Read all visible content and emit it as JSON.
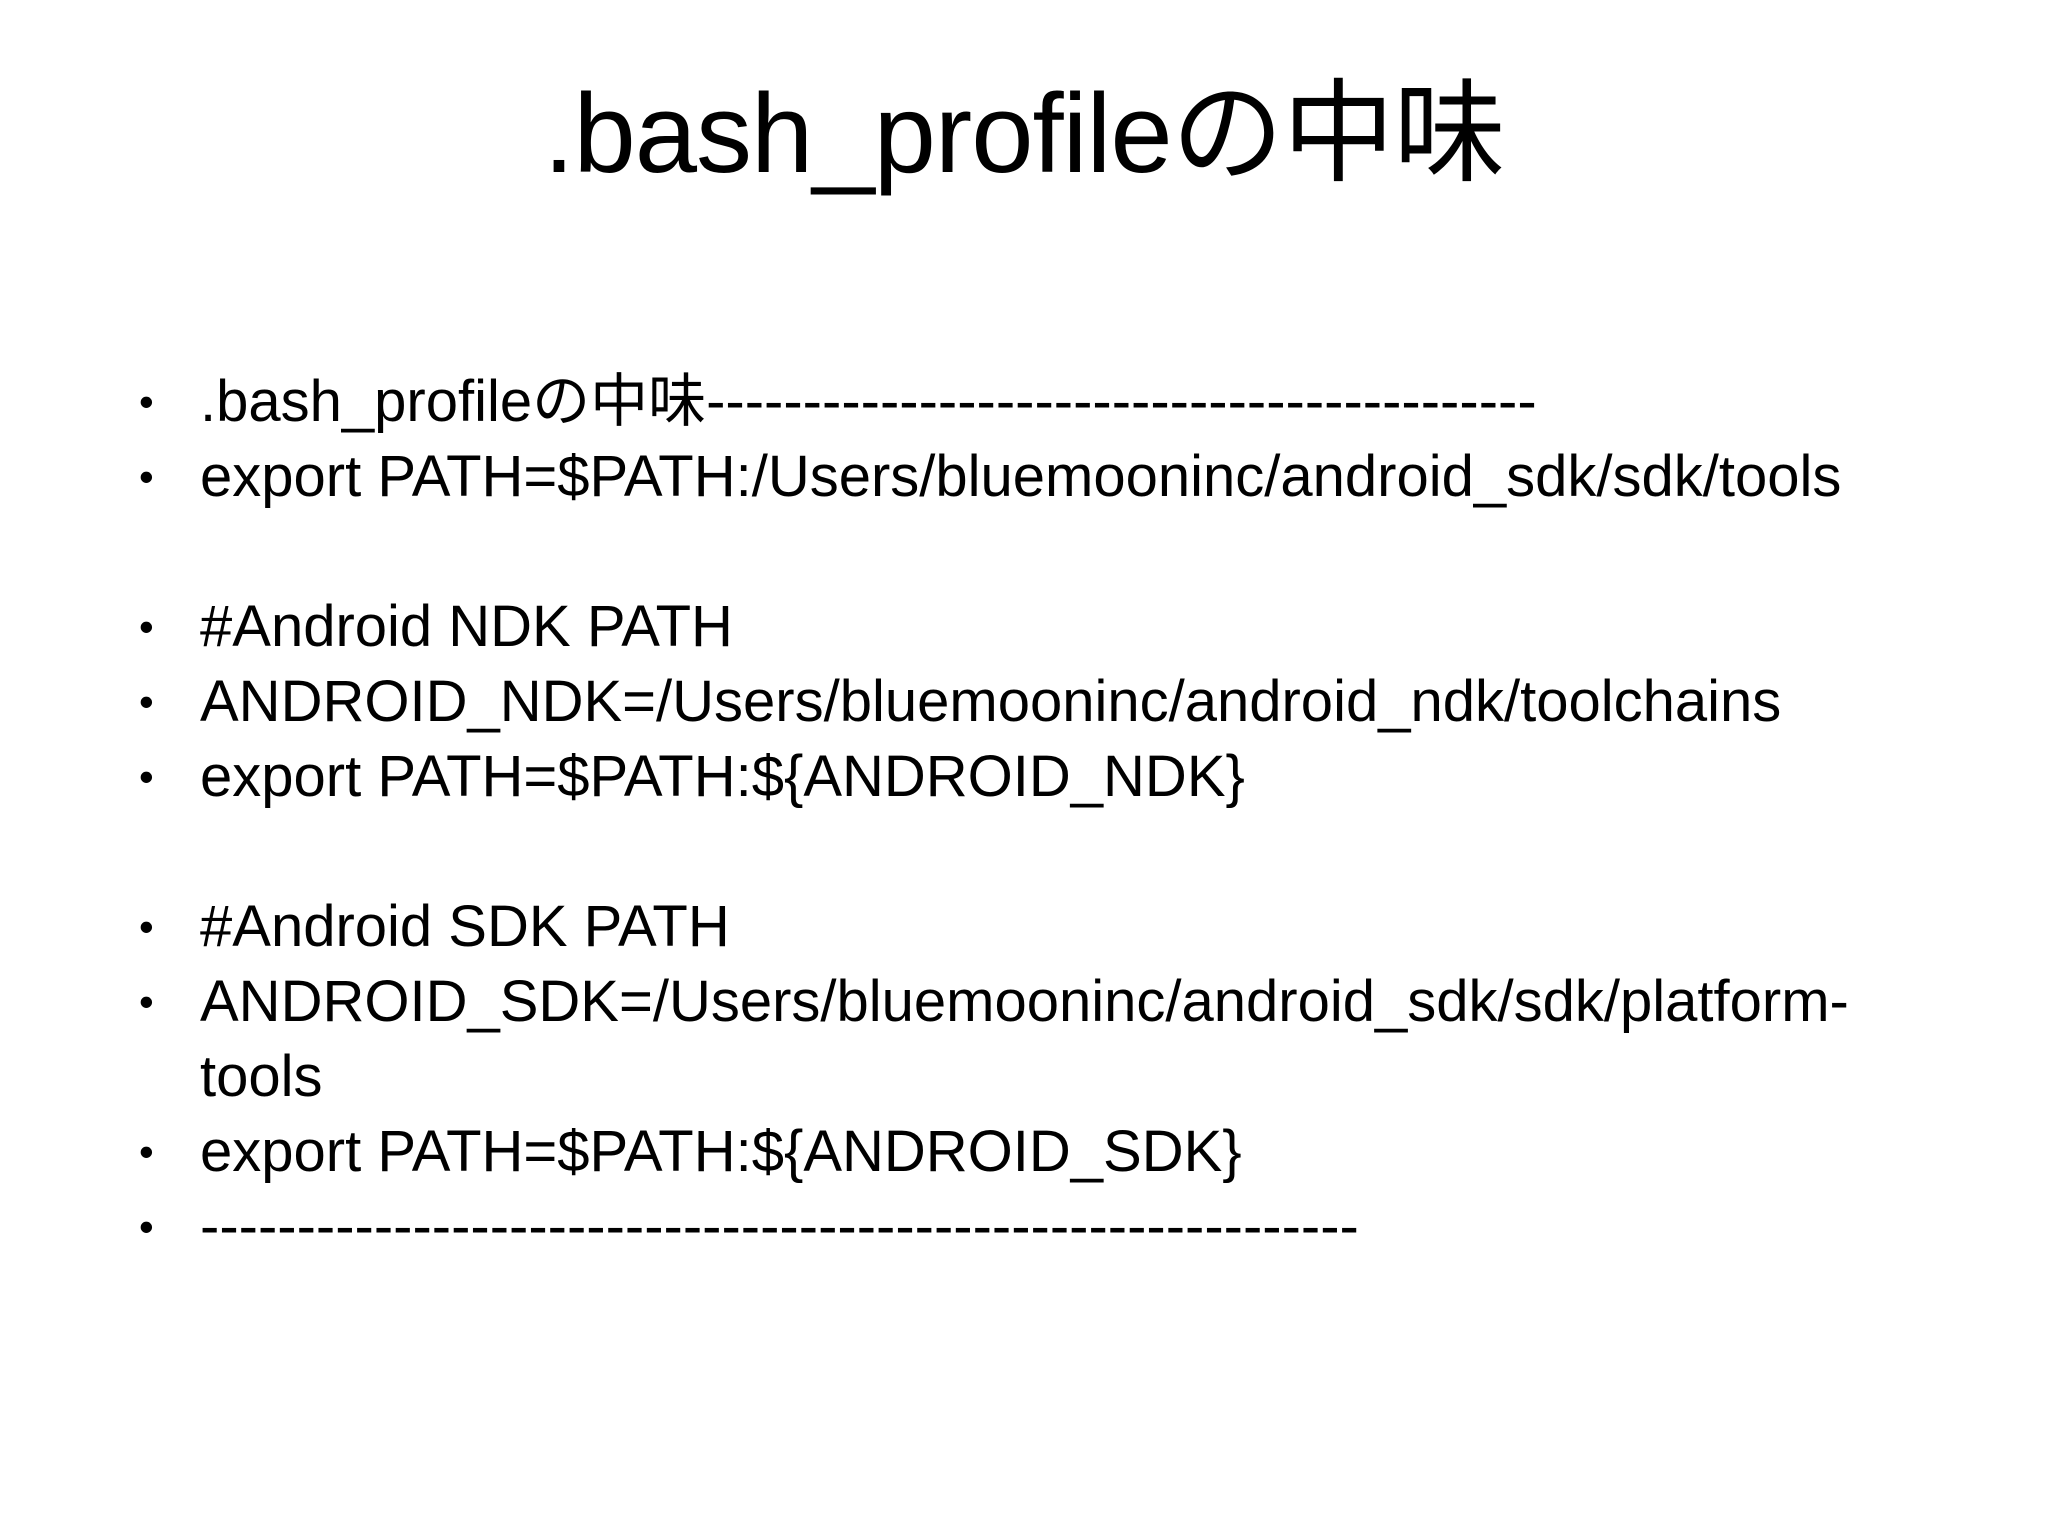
{
  "slide": {
    "background": "#ffffff",
    "text_color": "#000000",
    "bullet_char": "•",
    "title": {
      "text": ".bash_profileの中味",
      "latin": ".bash_profile",
      "cjk": "の中味"
    },
    "bullets": [
      {
        "text": ".bash_profileの中味-------------------------------------------"
      },
      {
        "text": "export PATH=$PATH:/Users/bluemooninc/android_sdk/sdk/tools"
      },
      {
        "text": ""
      },
      {
        "text": "#Android NDK PATH"
      },
      {
        "text": "ANDROID_NDK=/Users/bluemooninc/android_ndk/toolchains"
      },
      {
        "text": "export PATH=$PATH:${ANDROID_NDK}"
      },
      {
        "text": ""
      },
      {
        "text": "#Android SDK PATH"
      },
      {
        "text": "ANDROID_SDK=/Users/bluemooninc/android_sdk/sdk/platform-tools"
      },
      {
        "text": "export PATH=$PATH:${ANDROID_SDK}"
      },
      {
        "text": "------------------------------------------------------------"
      }
    ]
  }
}
